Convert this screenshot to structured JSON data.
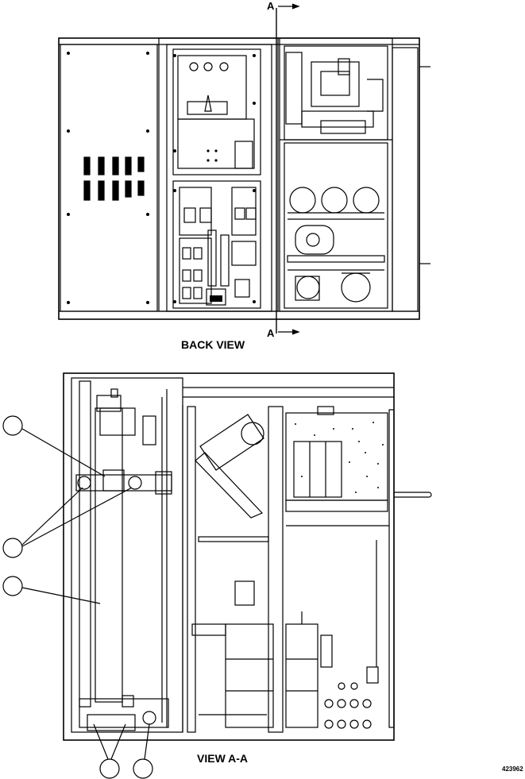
{
  "captions": {
    "back_view": "BACK VIEW",
    "view_aa": "VIEW A-A"
  },
  "section_marks": {
    "top": "A",
    "bottom": "A"
  },
  "figure_id": "423962",
  "callouts": [
    "",
    "",
    "",
    "",
    "",
    ""
  ]
}
